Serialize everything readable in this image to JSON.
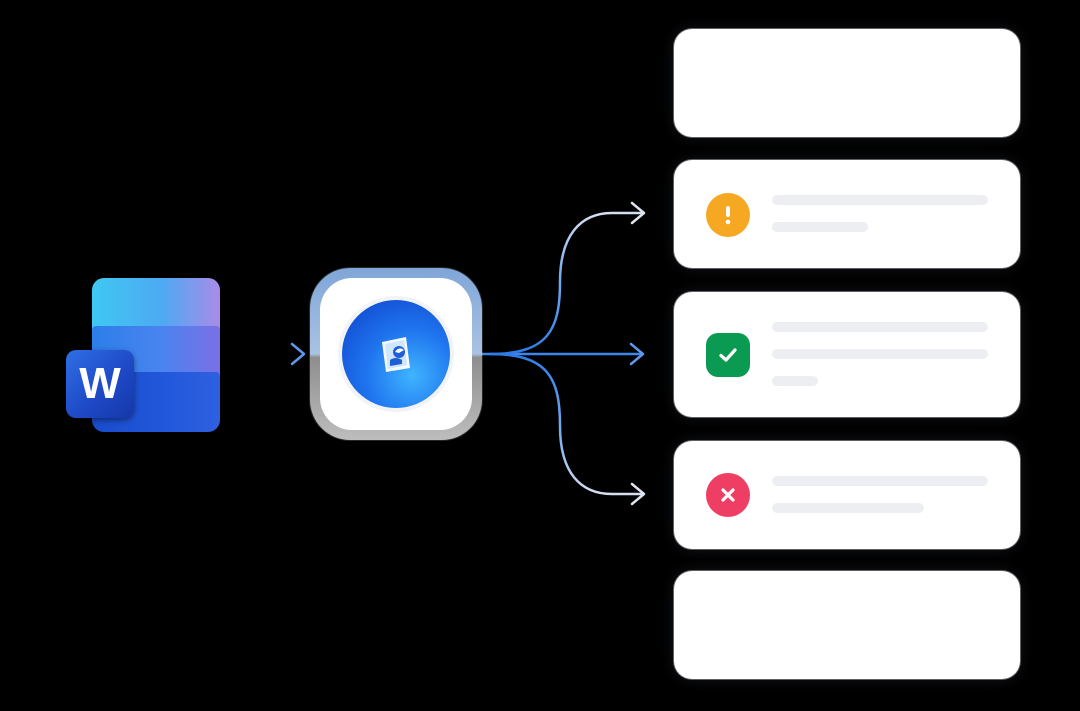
{
  "source": {
    "icon": "microsoft-word-icon",
    "badge_letter": "W"
  },
  "processor": {
    "icon": "document-scanner-app-icon"
  },
  "results": [
    {
      "status": "empty",
      "icon": ""
    },
    {
      "status": "warning",
      "icon": "exclamation-icon",
      "color": "#f7a823",
      "lines": 2
    },
    {
      "status": "success",
      "icon": "check-icon",
      "color": "#0a9a52",
      "lines": 3
    },
    {
      "status": "error",
      "icon": "close-icon",
      "color": "#ef3e63",
      "lines": 2
    },
    {
      "status": "empty",
      "icon": ""
    }
  ],
  "colors": {
    "background": "#000000",
    "connector_source": "#c9d3e6",
    "connector_branch": "#4f8fea",
    "card": "#ffffff",
    "skeleton": "#eceef2"
  }
}
